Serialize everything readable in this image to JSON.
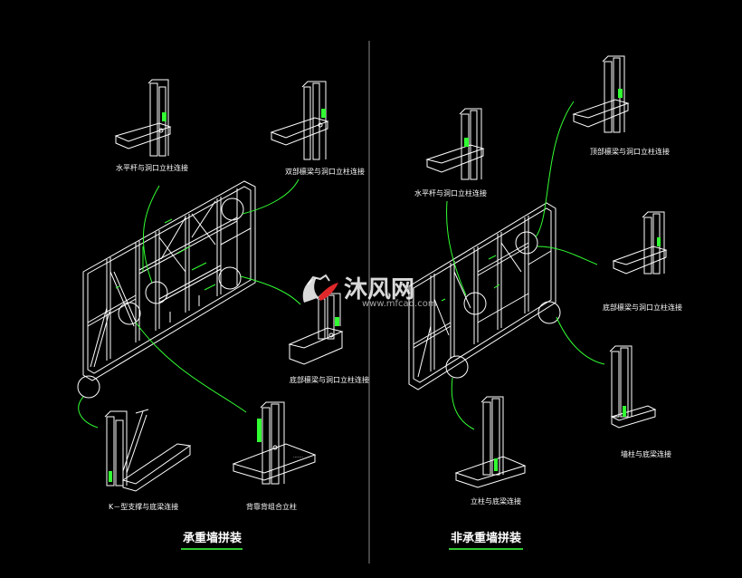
{
  "colors": {
    "background": "#000000",
    "lines": "#ffffff",
    "dimensions": "#32ff32",
    "leaders": "#32ff32",
    "divider": "#8a8a8a",
    "title_underline": "#32c832",
    "watermark_accent": "#e0282a"
  },
  "titles": {
    "left": "承重墙拼装",
    "right": "非承重墙拼装"
  },
  "watermark": {
    "text": "沐风网",
    "url": "www.mfcad.com",
    "logo_icon": "mf-logo-icon"
  },
  "left_details": {
    "top_left": "水平杆与洞口立柱连接",
    "top_right": "双部檩梁与洞口立柱连接",
    "middle_right": "底部檩梁与洞口立柱连接",
    "bottom_right": "背靠背组合立柱",
    "bottom_left": "K－型支撑与底梁连接"
  },
  "right_details": {
    "top_left": "水平杆与洞口立柱连接",
    "top_right": "顶部檩梁与洞口立柱连接",
    "middle_right": "底部檩梁与洞口立柱连接",
    "bottom_right": "墙柱与底梁连接",
    "bottom_left": "立柱与底梁连接"
  }
}
